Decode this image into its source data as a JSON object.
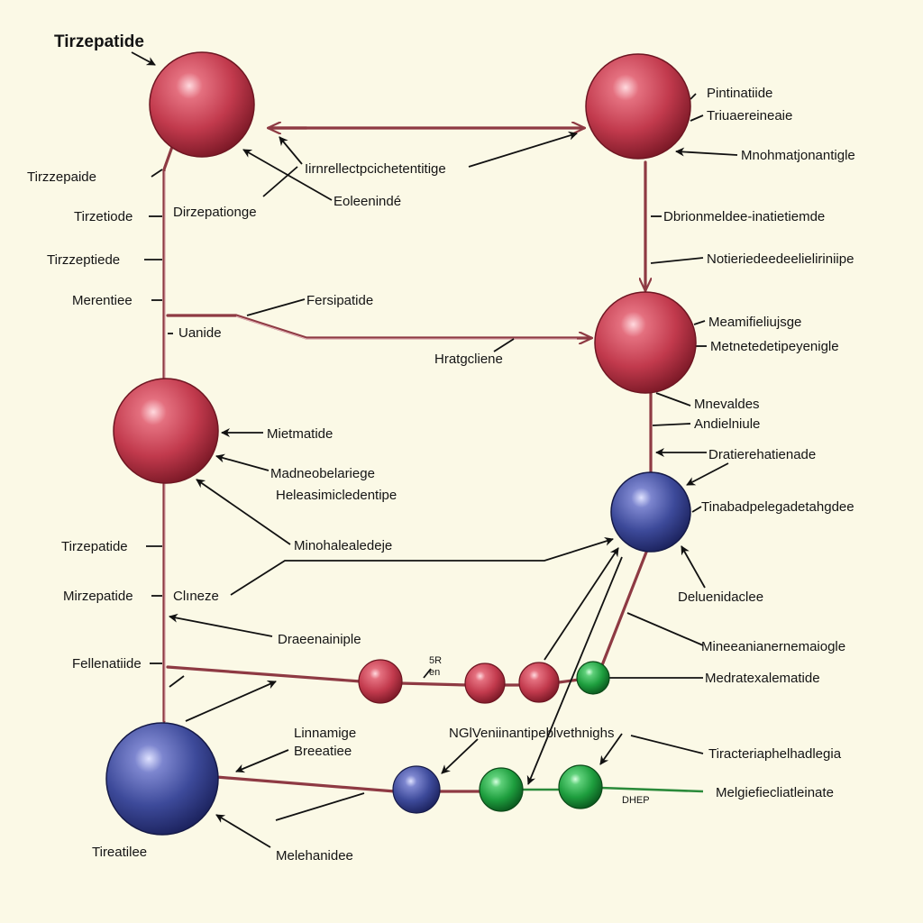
{
  "colors": {
    "background": "#fbf9e6",
    "connector": "#8e3a43",
    "red_node": "#c23a4d",
    "blue_node": "#3d4a9a",
    "green_node": "#1e9e3e",
    "text": "#141414"
  },
  "title": "Tirzepatide",
  "labels": {
    "l1": "Tirzzepaide",
    "l2": "Tirzetiode",
    "l3": "Dirzepationge",
    "l4": "Tirzzeptiede",
    "l5": "Merentiee",
    "l6": "Uanide",
    "l7": "Tirzepatide",
    "l8": "Mirzepatide",
    "l9": "Clıneze",
    "l10": "Fellenatiide",
    "l11": "Tireatilee",
    "c1": "Iirnrellectpcichetentitige",
    "c2": "Eoleenindé",
    "c3": "Fersipatide",
    "c4": "Hratgcliene",
    "c5": "Mietmatide",
    "c6": "Madneobelariege",
    "c7": "Heleasimicledentipe",
    "c8": "Minohalealedeje",
    "c9": "Draeenainiple",
    "c10": "Linnamige",
    "c11": "Breeatiee",
    "c12": "NGlVeniinantipeblvethnighs",
    "c13": "Melehanidee",
    "c14": "5R",
    "c15": "en",
    "r1": "Pintinatiide",
    "r2": "Triuaereineaie",
    "r3": "Mnohmatjonantigle",
    "r4": "Dbrionmeldee-inatietiemde",
    "r5": "Notieriedeedeelieliriniipe",
    "r6": "Meamifieliujsge",
    "r7": "Metnetedetipeyenigle",
    "r8": "Mnevaldes",
    "r9": "Andielniule",
    "r10": "Dratierehatienade",
    "r11": "Tinabadpelegadetahgdee",
    "r12": "Deluenidaclee",
    "r13": "Mineeanianernemaiogle",
    "r14": "Medratexalematide",
    "r15": "Tiracteriaphelhadlegia",
    "r16": "Melgiefiecliatleinate",
    "r17": "DHEP"
  }
}
